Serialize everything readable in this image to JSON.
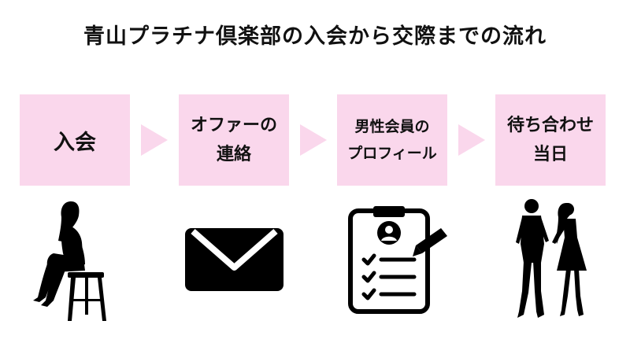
{
  "title": "青山プラチナ倶楽部の入会から交際までの流れ",
  "steps": [
    {
      "line1": "入会",
      "line2": ""
    },
    {
      "line1": "オファーの",
      "line2": "連絡"
    },
    {
      "line1": "男性会員の",
      "line2": "プロフィール"
    },
    {
      "line1": "待ち合わせ",
      "line2": "当日"
    }
  ],
  "colors": {
    "box_fill": "#fad7ec",
    "arrow_fill": "#fad7ec",
    "icon_fill": "#000000",
    "text": "#111111"
  },
  "icons": [
    "seated-woman-icon",
    "envelope-icon",
    "profile-checklist-icon",
    "walking-couple-icon"
  ]
}
